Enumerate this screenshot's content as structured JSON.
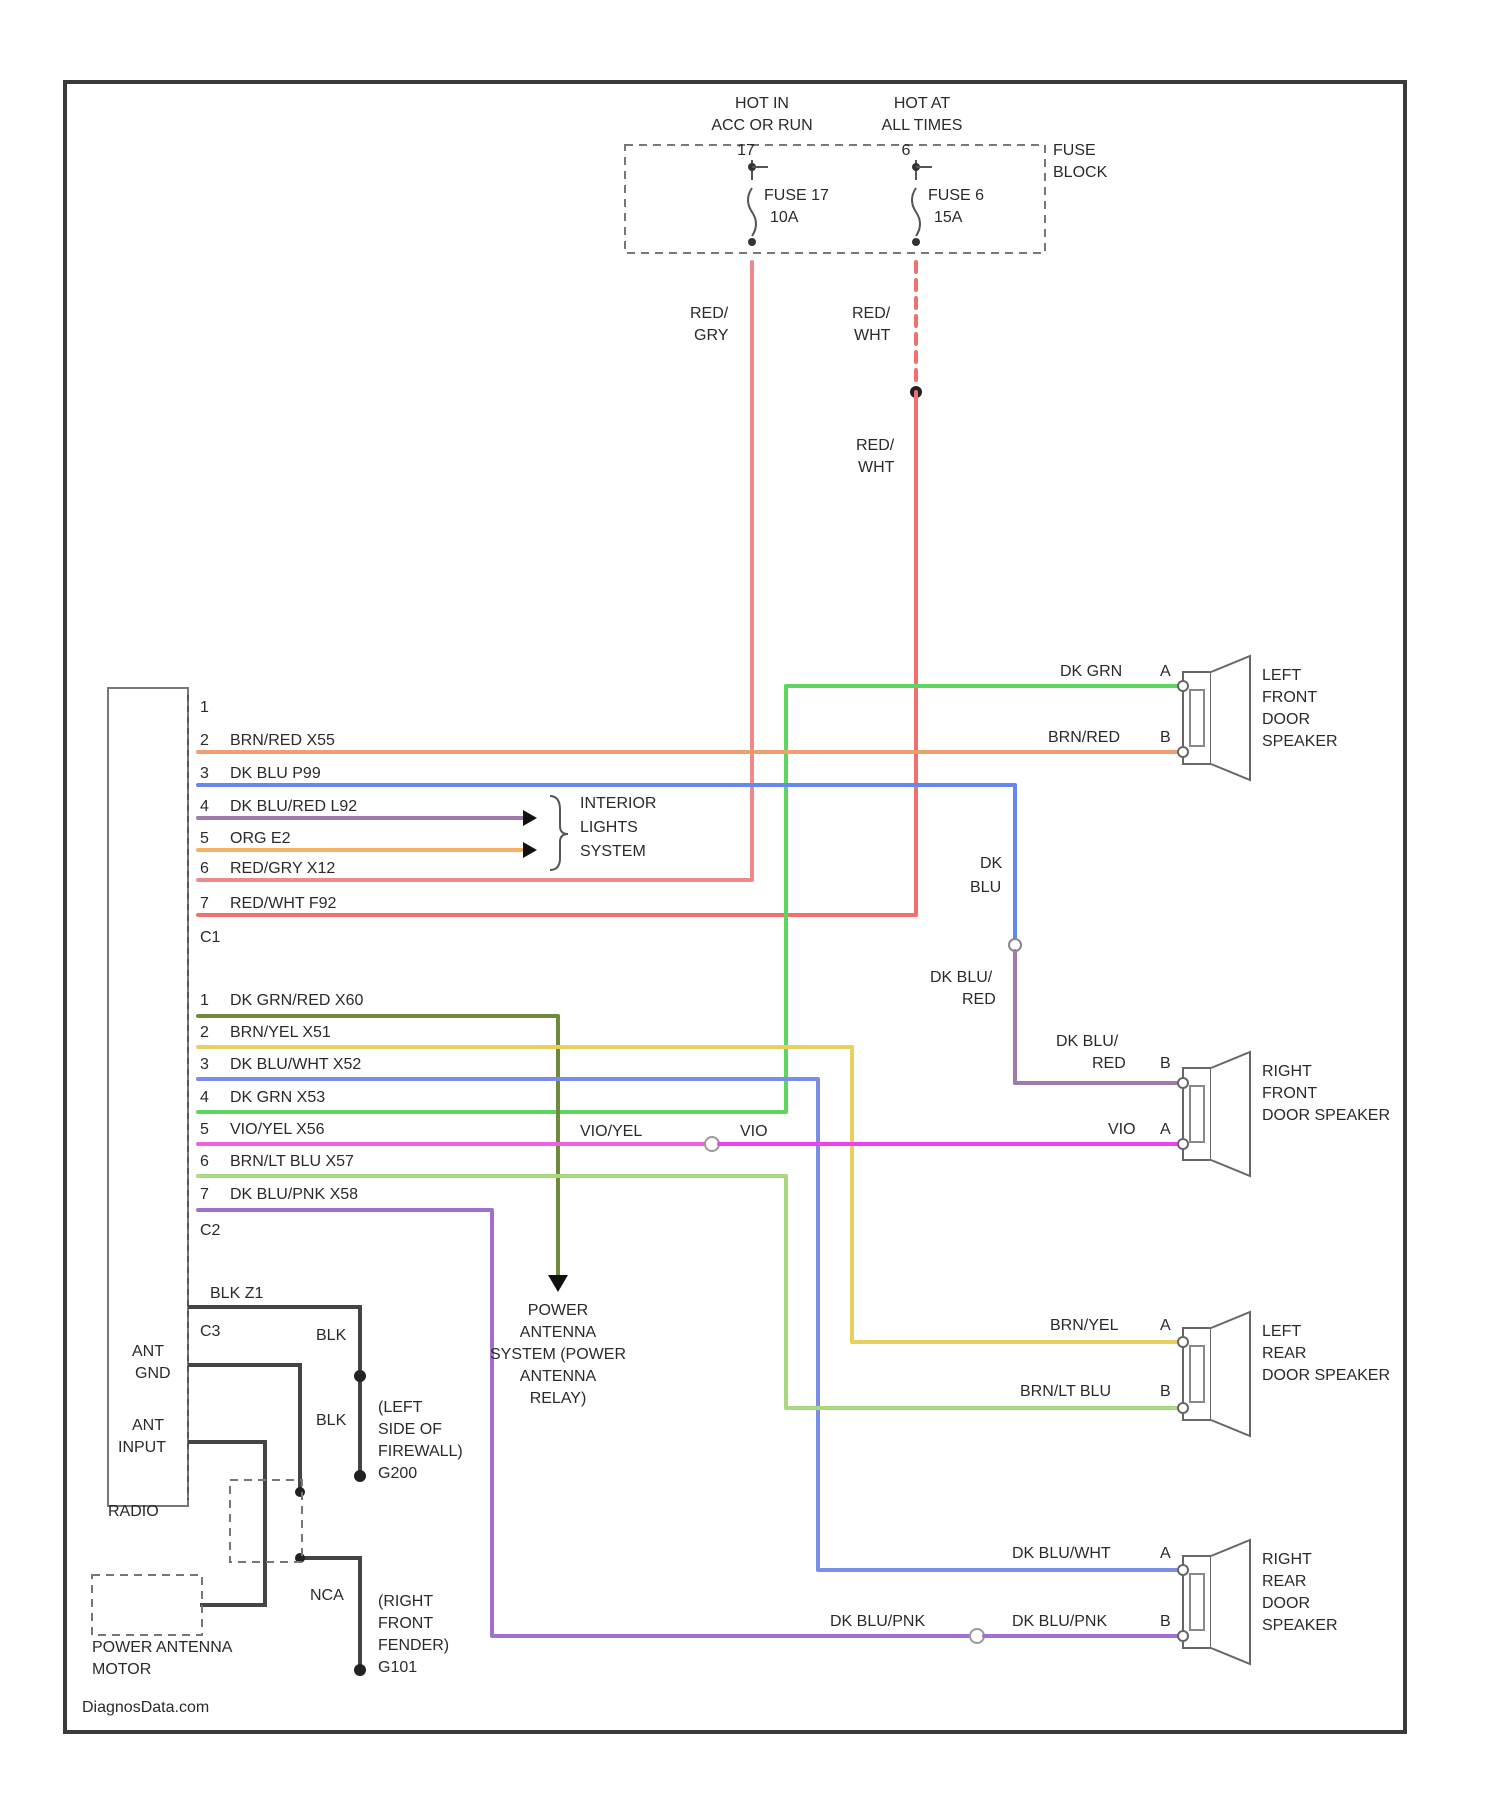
{
  "fuse_block": {
    "feed1": [
      "HOT IN",
      "ACC OR RUN"
    ],
    "feed2": [
      "HOT AT",
      "ALL TIMES"
    ],
    "name": [
      "FUSE",
      "BLOCK"
    ],
    "fuse1": [
      "FUSE 17",
      "10A"
    ],
    "fuse2": [
      "FUSE 6",
      "15A"
    ],
    "pins": [
      "17",
      "6"
    ]
  },
  "wire_labels": {
    "red_gry": [
      "RED/",
      "GRY"
    ],
    "red_wht_top": [
      "RED/",
      "WHT"
    ],
    "red_wht_mid": [
      "RED/",
      "WHT"
    ],
    "dk_blu": [
      "DK",
      "BLU"
    ],
    "dk_blu_red": [
      "DK BLU/",
      "RED"
    ],
    "vio_yel": "VIO/YEL",
    "vio": "VIO",
    "blk_z1": "BLK    Z1",
    "blk1": "BLK",
    "blk2": "BLK",
    "nca": "NCA",
    "dk_blu_pnk": "DK BLU/PNK",
    "dk_blu_pnk2": "DK BLU/PNK"
  },
  "connector_c1": {
    "name": "C1",
    "pins": [
      {
        "num": "1",
        "text": ""
      },
      {
        "num": "2",
        "text": "BRN/RED    X55"
      },
      {
        "num": "3",
        "text": "DK BLU    P99"
      },
      {
        "num": "4",
        "text": "DK BLU/RED    L92"
      },
      {
        "num": "5",
        "text": "ORG   E2"
      },
      {
        "num": "6",
        "text": "RED/GRY    X12"
      },
      {
        "num": "7",
        "text": "RED/WHT    F92"
      }
    ]
  },
  "connector_c2": {
    "name": "C2",
    "pins": [
      {
        "num": "1",
        "text": "DK GRN/RED    X60"
      },
      {
        "num": "2",
        "text": "BRN/YEL    X51"
      },
      {
        "num": "3",
        "text": "DK BLU/WHT    X52"
      },
      {
        "num": "4",
        "text": "DK GRN    X53"
      },
      {
        "num": "5",
        "text": "VIO/YEL    X56"
      },
      {
        "num": "6",
        "text": "BRN/LT BLU    X57"
      },
      {
        "num": "7",
        "text": "DK BLU/PNK    X58"
      }
    ]
  },
  "connector_c3": "C3",
  "radio": {
    "label": "RADIO",
    "ant_gnd": [
      "ANT",
      "GND"
    ],
    "ant_input": [
      "ANT",
      "INPUT"
    ]
  },
  "interior_lights": [
    "INTERIOR",
    "LIGHTS",
    "SYSTEM"
  ],
  "power_antenna_relay": [
    "POWER",
    "ANTENNA",
    "SYSTEM (POWER",
    "ANTENNA",
    "RELAY)"
  ],
  "power_antenna_motor": [
    "POWER ANTENNA",
    "MOTOR"
  ],
  "grounds": {
    "left": [
      "(LEFT",
      "SIDE OF",
      "FIREWALL)",
      "G200"
    ],
    "right": [
      "(RIGHT",
      "FRONT",
      "FENDER)",
      "G101"
    ]
  },
  "speakers": [
    {
      "name": [
        "LEFT",
        "FRONT",
        "DOOR",
        "SPEAKER"
      ],
      "wires": [
        {
          "pin": "A",
          "color_name": "DK GRN"
        },
        {
          "pin": "B",
          "color_name": "BRN/RED"
        }
      ]
    },
    {
      "name": [
        "RIGHT",
        "FRONT",
        "DOOR SPEAKER"
      ],
      "wires": [
        {
          "pin": "B",
          "color_name": [
            "DK BLU/",
            "RED"
          ]
        },
        {
          "pin": "A",
          "color_name": "VIO"
        }
      ]
    },
    {
      "name": [
        "LEFT",
        "REAR",
        "DOOR SPEAKER"
      ],
      "wires": [
        {
          "pin": "A",
          "color_name": "BRN/YEL"
        },
        {
          "pin": "B",
          "color_name": "BRN/LT BLU"
        }
      ]
    },
    {
      "name": [
        "RIGHT",
        "REAR",
        "DOOR",
        "SPEAKER"
      ],
      "wires": [
        {
          "pin": "A",
          "color_name": "DK BLU/WHT"
        },
        {
          "pin": "B",
          "color_name": "DK BLU/PNK"
        }
      ]
    }
  ],
  "watermark": "DiagnosData.com",
  "colors": {
    "red_gry": "#f08a8a",
    "red_wht": "#f07070",
    "dk_grn": "#5cd65c",
    "brn_red": "#f0a070",
    "dk_blu": "#6688ee",
    "dk_blu_red": "#a07aa8",
    "org": "#f5b060",
    "grn_red": "#6e8a3a",
    "brn_yel": "#e8d060",
    "dk_blu_wht": "#7a8ee8",
    "vio_yel": "#f060e0",
    "brn_lt_blu": "#a8d880",
    "dk_blu_pnk": "#a070d0",
    "blk": "#4a4a4a"
  }
}
